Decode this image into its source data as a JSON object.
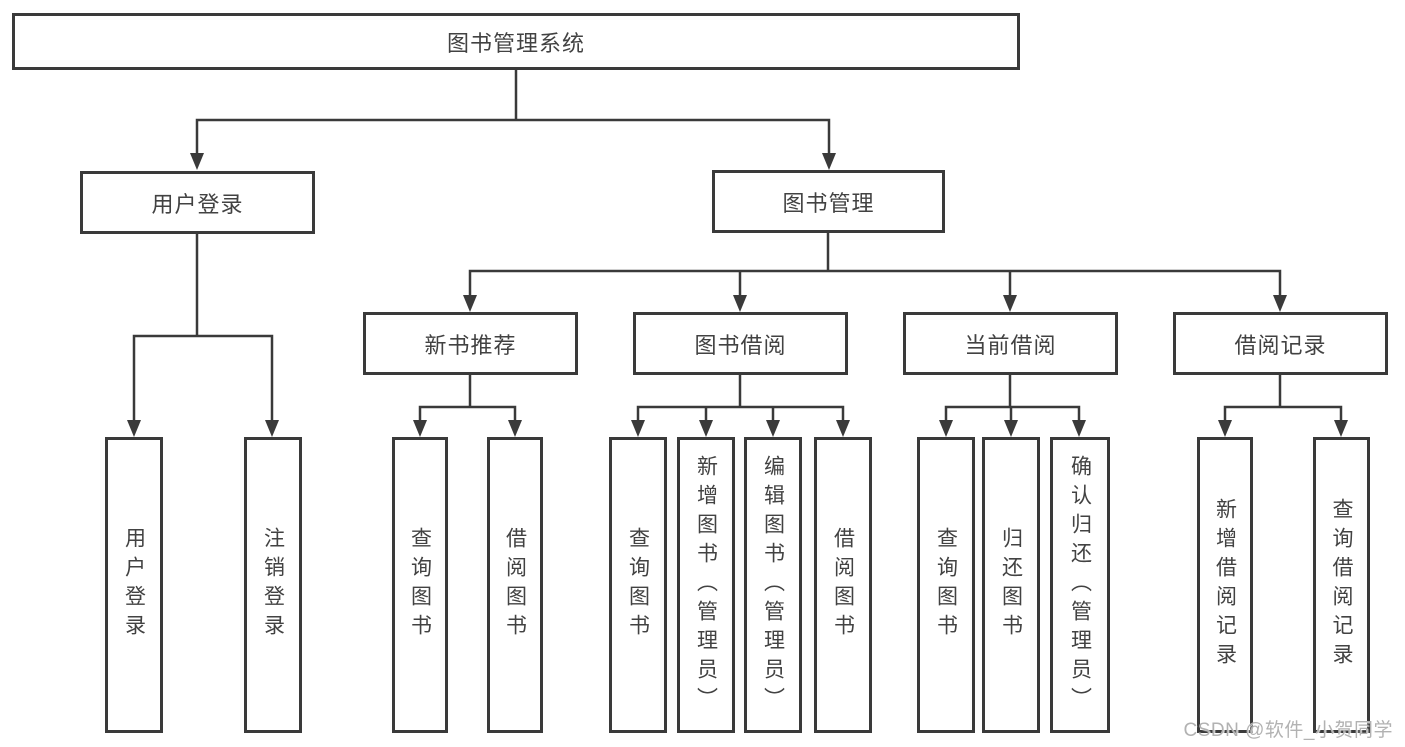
{
  "colors": {
    "line": "#3a3a3a",
    "box_border": "#3a3a3a",
    "text": "#424242",
    "background": "#ffffff",
    "watermark": "#b2b2b2"
  },
  "tree": {
    "label": "图书管理系统",
    "children": [
      {
        "label": "用户登录",
        "children": [
          {
            "label": "用户登录"
          },
          {
            "label": "注销登录"
          }
        ]
      },
      {
        "label": "图书管理",
        "children": [
          {
            "label": "新书推荐",
            "children": [
              {
                "label": "查询图书"
              },
              {
                "label": "借阅图书"
              }
            ]
          },
          {
            "label": "图书借阅",
            "children": [
              {
                "label": "查询图书"
              },
              {
                "label": "新增图书（管理员）"
              },
              {
                "label": "编辑图书（管理员）"
              },
              {
                "label": "借阅图书"
              }
            ]
          },
          {
            "label": "当前借阅",
            "children": [
              {
                "label": "查询图书"
              },
              {
                "label": "归还图书"
              },
              {
                "label": "确认归还（管理员）"
              }
            ]
          },
          {
            "label": "借阅记录",
            "children": [
              {
                "label": "新增借阅记录"
              },
              {
                "label": "查询借阅记录"
              }
            ]
          }
        ]
      }
    ]
  },
  "watermark": {
    "text": "CSDN @软件_小贺同学"
  }
}
